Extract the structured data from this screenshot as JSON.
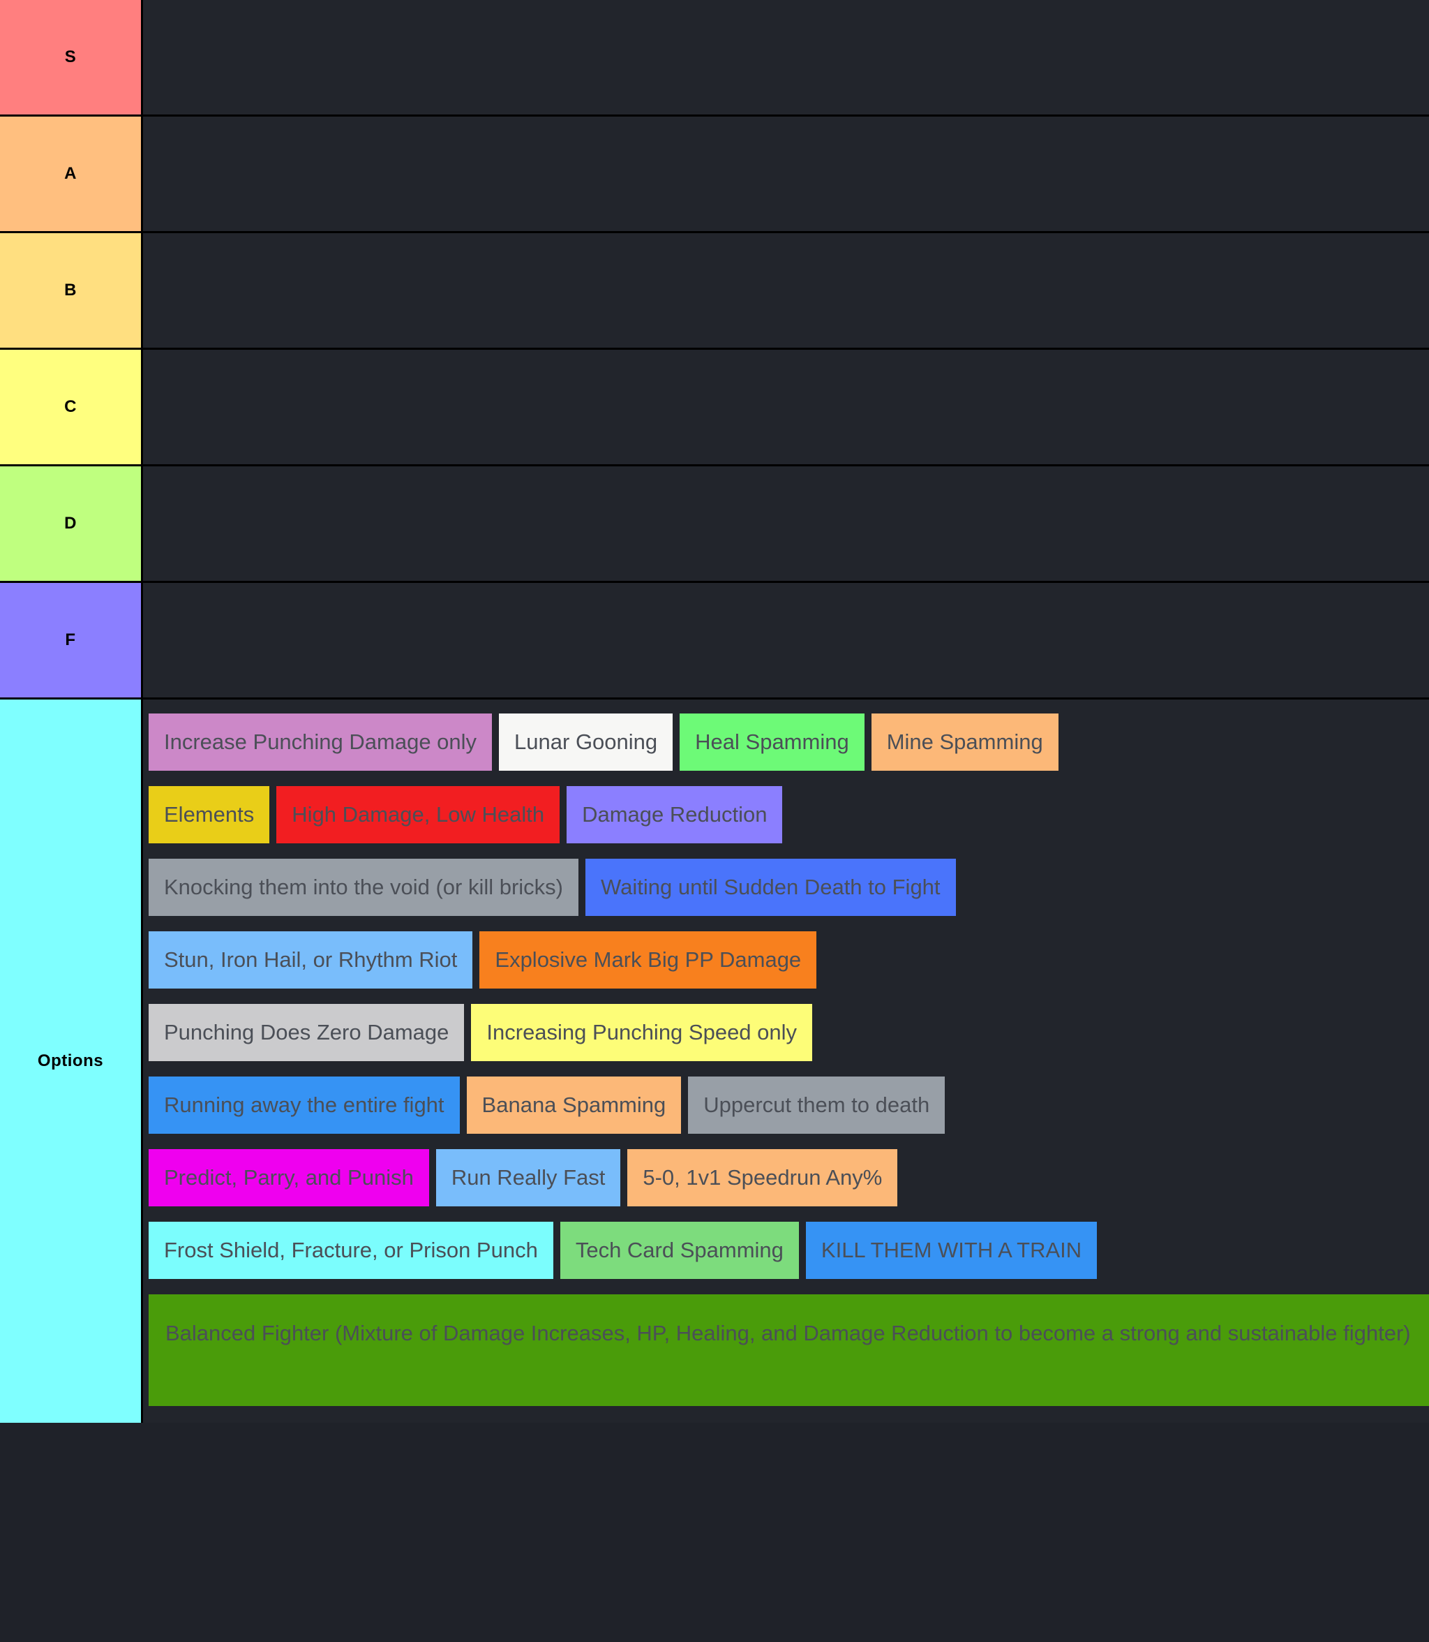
{
  "theme": {
    "row_background": "#22252c",
    "page_background": "#000000",
    "tile_text_color": "#4b4f57",
    "label_text_color": "#000000"
  },
  "tiers": [
    {
      "label": "S",
      "color": "#ff7f7f",
      "items": []
    },
    {
      "label": "A",
      "color": "#ffbf7f",
      "items": []
    },
    {
      "label": "B",
      "color": "#ffdf80",
      "items": []
    },
    {
      "label": "C",
      "color": "#ffff7f",
      "items": []
    },
    {
      "label": "D",
      "color": "#bfff7f",
      "items": []
    },
    {
      "label": "F",
      "color": "#8b7fff",
      "items": []
    }
  ],
  "options": {
    "label": "Options",
    "color": "#7fffff",
    "rows": [
      [
        {
          "text": "Increase Punching Damage only",
          "color": "#cc88c8"
        },
        {
          "text": "Lunar Gooning",
          "color": "#f7f7f5"
        },
        {
          "text": "Heal Spamming",
          "color": "#6dfa77"
        },
        {
          "text": "Mine Spamming",
          "color": "#fcb878"
        }
      ],
      [
        {
          "text": "Elements",
          "color": "#e9ce18"
        },
        {
          "text": "High Damage, Low Health",
          "color": "#f21e21"
        },
        {
          "text": "Damage Reduction",
          "color": "#8b7fff"
        }
      ],
      [
        {
          "text": "Knocking them into the void (or kill bricks)",
          "color": "#989fa7"
        },
        {
          "text": "Waiting until Sudden Death to Fight",
          "color": "#4a74fb"
        }
      ],
      [
        {
          "text": "Stun, Iron Hail, or Rhythm Riot",
          "color": "#79bdfb"
        },
        {
          "text": "Explosive Mark Big PP Damage",
          "color": "#f8801e"
        }
      ],
      [
        {
          "text": "Punching Does Zero Damage",
          "color": "#cbcbcd"
        },
        {
          "text": "Increasing Punching Speed only",
          "color": "#fdfd78"
        }
      ],
      [
        {
          "text": "Running away the entire fight",
          "color": "#3693f4"
        },
        {
          "text": "Banana Spamming",
          "color": "#fcb878"
        },
        {
          "text": "Uppercut them to death",
          "color": "#989fa7"
        }
      ],
      [
        {
          "text": "Predict, Parry, and Punish",
          "color": "#ef00ef"
        },
        {
          "text": "Run Really Fast",
          "color": "#79bdfb"
        },
        {
          "text": "5-0, 1v1 Speedrun Any%",
          "color": "#fcb878"
        }
      ],
      [
        {
          "text": "Frost Shield, Fracture, or Prison Punch",
          "color": "#7bfdfd"
        },
        {
          "text": "Tech Card Spamming",
          "color": "#7ddc7d"
        },
        {
          "text": "KILL THEM WITH A TRAIN",
          "color": "#3693f4"
        }
      ],
      [
        {
          "text": "Balanced Fighter (Mixture of Damage Increases, HP, Healing, and Damage Reduction to become a strong and sustainable fighter)",
          "color": "#4a9c0a",
          "wide": true
        }
      ]
    ]
  }
}
